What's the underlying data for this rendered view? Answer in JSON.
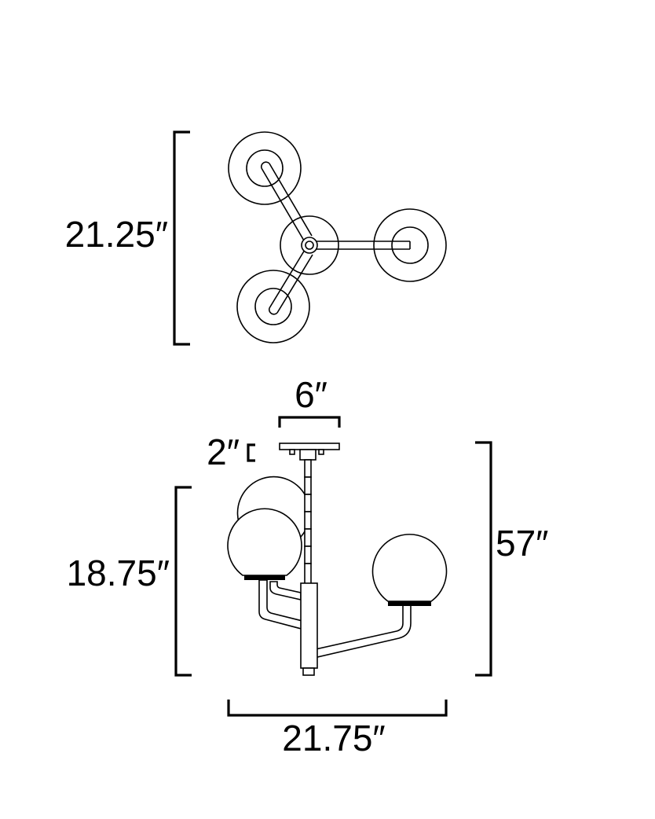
{
  "dimensions": {
    "top_view_height": "21.25″",
    "canopy_width": "6″",
    "canopy_height": "2″",
    "fixture_height": "18.75″",
    "overall_height": "57″",
    "overall_width": "21.75″"
  }
}
